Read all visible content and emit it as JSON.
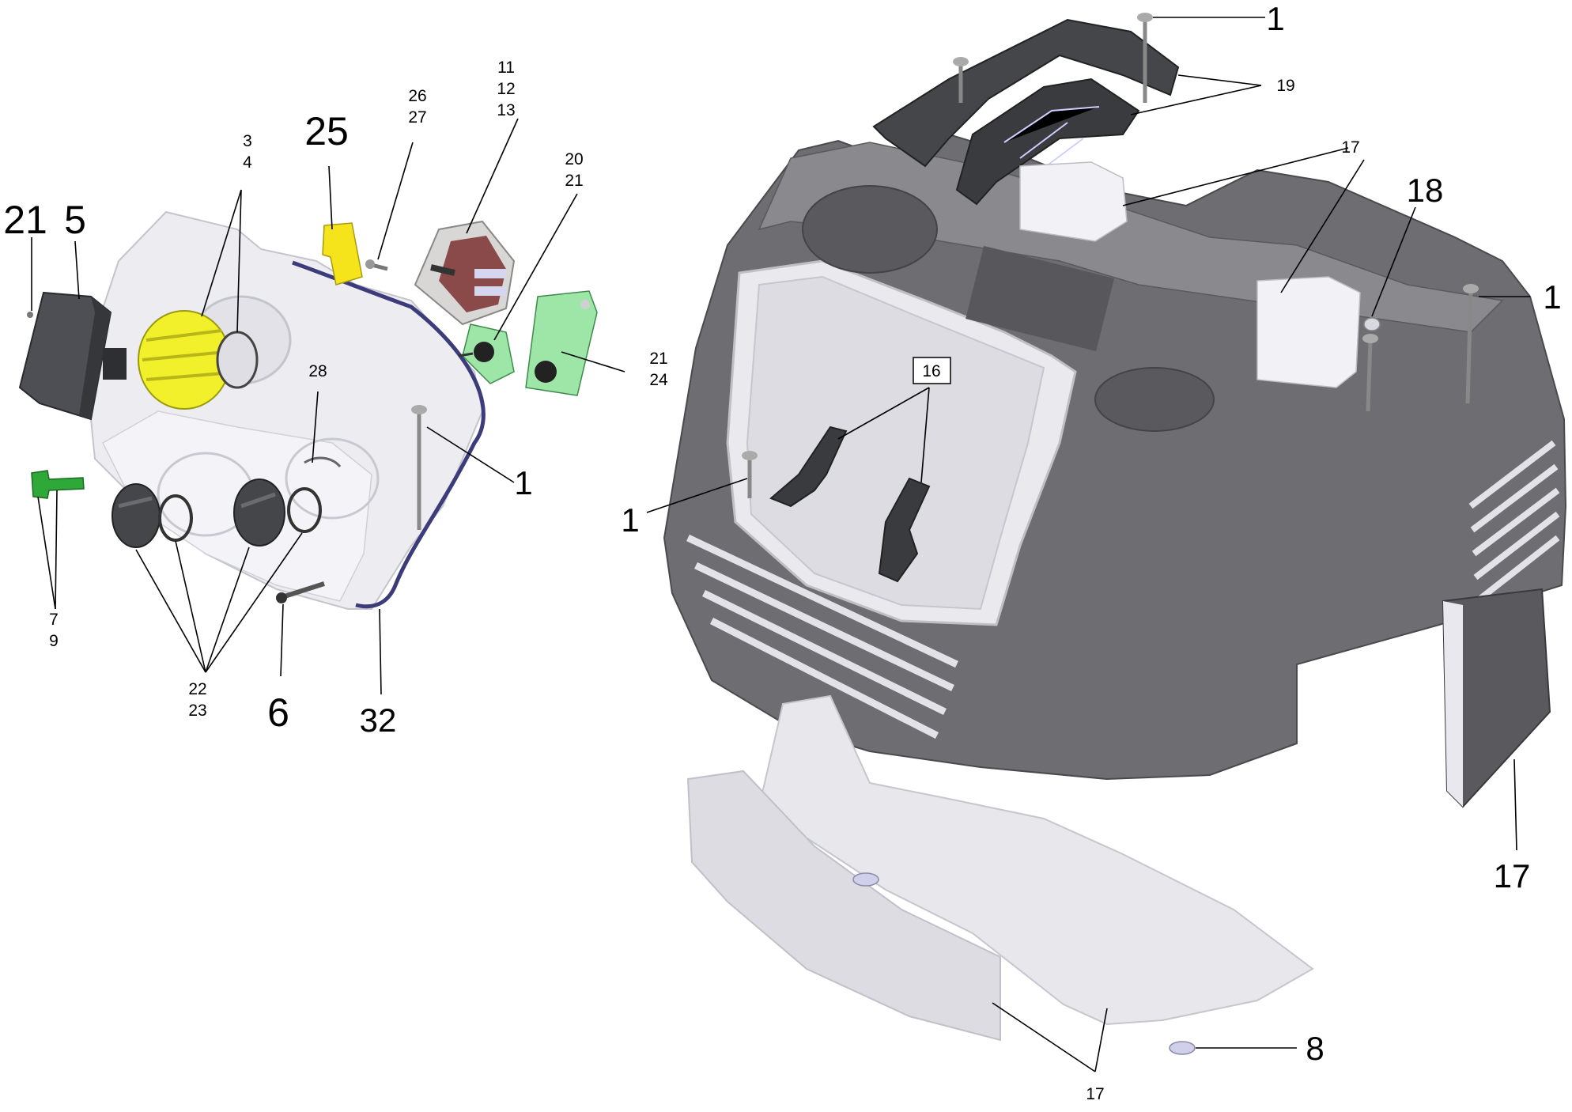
{
  "diagram": {
    "callouts": [
      {
        "id": "c1a",
        "lines": [
          "21"
        ],
        "size": "big"
      },
      {
        "id": "c1b",
        "lines": [
          "5"
        ],
        "size": "big"
      },
      {
        "id": "c2",
        "lines": [
          "3",
          "4"
        ],
        "size": "sm"
      },
      {
        "id": "c3",
        "lines": [
          "25"
        ],
        "size": "big"
      },
      {
        "id": "c4",
        "lines": [
          "26",
          "27"
        ],
        "size": "sm"
      },
      {
        "id": "c5",
        "lines": [
          "11",
          "12",
          "13"
        ],
        "size": "sm"
      },
      {
        "id": "c6",
        "lines": [
          "20",
          "21"
        ],
        "size": "sm"
      },
      {
        "id": "c7",
        "lines": [
          "21",
          "24"
        ],
        "size": "sm"
      },
      {
        "id": "c8",
        "lines": [
          "28"
        ],
        "size": "sm"
      },
      {
        "id": "c9",
        "lines": [
          "1"
        ],
        "size": "mid"
      },
      {
        "id": "c10",
        "lines": [
          "7",
          "9"
        ],
        "size": "sm"
      },
      {
        "id": "c11",
        "lines": [
          "22",
          "23"
        ],
        "size": "sm"
      },
      {
        "id": "c12",
        "lines": [
          "6"
        ],
        "size": "big"
      },
      {
        "id": "c13",
        "lines": [
          "32"
        ],
        "size": "mid"
      },
      {
        "id": "c14",
        "lines": [
          "1"
        ],
        "size": "mid"
      },
      {
        "id": "c15",
        "lines": [
          "19"
        ],
        "size": "sm"
      },
      {
        "id": "c16",
        "lines": [
          "17"
        ],
        "size": "sm"
      },
      {
        "id": "c17",
        "lines": [
          "18"
        ],
        "size": "mid"
      },
      {
        "id": "c18",
        "lines": [
          "1"
        ],
        "size": "mid"
      },
      {
        "id": "c19",
        "lines": [
          "16"
        ],
        "size": "sm"
      },
      {
        "id": "c20",
        "lines": [
          "1"
        ],
        "size": "mid"
      },
      {
        "id": "c21",
        "lines": [
          "17"
        ],
        "size": "mid"
      },
      {
        "id": "c22",
        "lines": [
          "8"
        ],
        "size": "mid"
      },
      {
        "id": "c23",
        "lines": [
          "17"
        ],
        "size": "sm"
      }
    ]
  },
  "colors": {
    "housing_dark": "#6e6e72",
    "housing_mid": "#8a8a8e",
    "panel_light": "#e9e9ee",
    "knob_yellow": "#f2f02a",
    "board_green": "#9ee6a8",
    "plug_green": "#2fa83a",
    "fuse_yellow": "#f5e41c",
    "cable_blue": "#3c3c7a",
    "knob_dark": "#45464a",
    "relay_red": "#8b4a4a"
  }
}
